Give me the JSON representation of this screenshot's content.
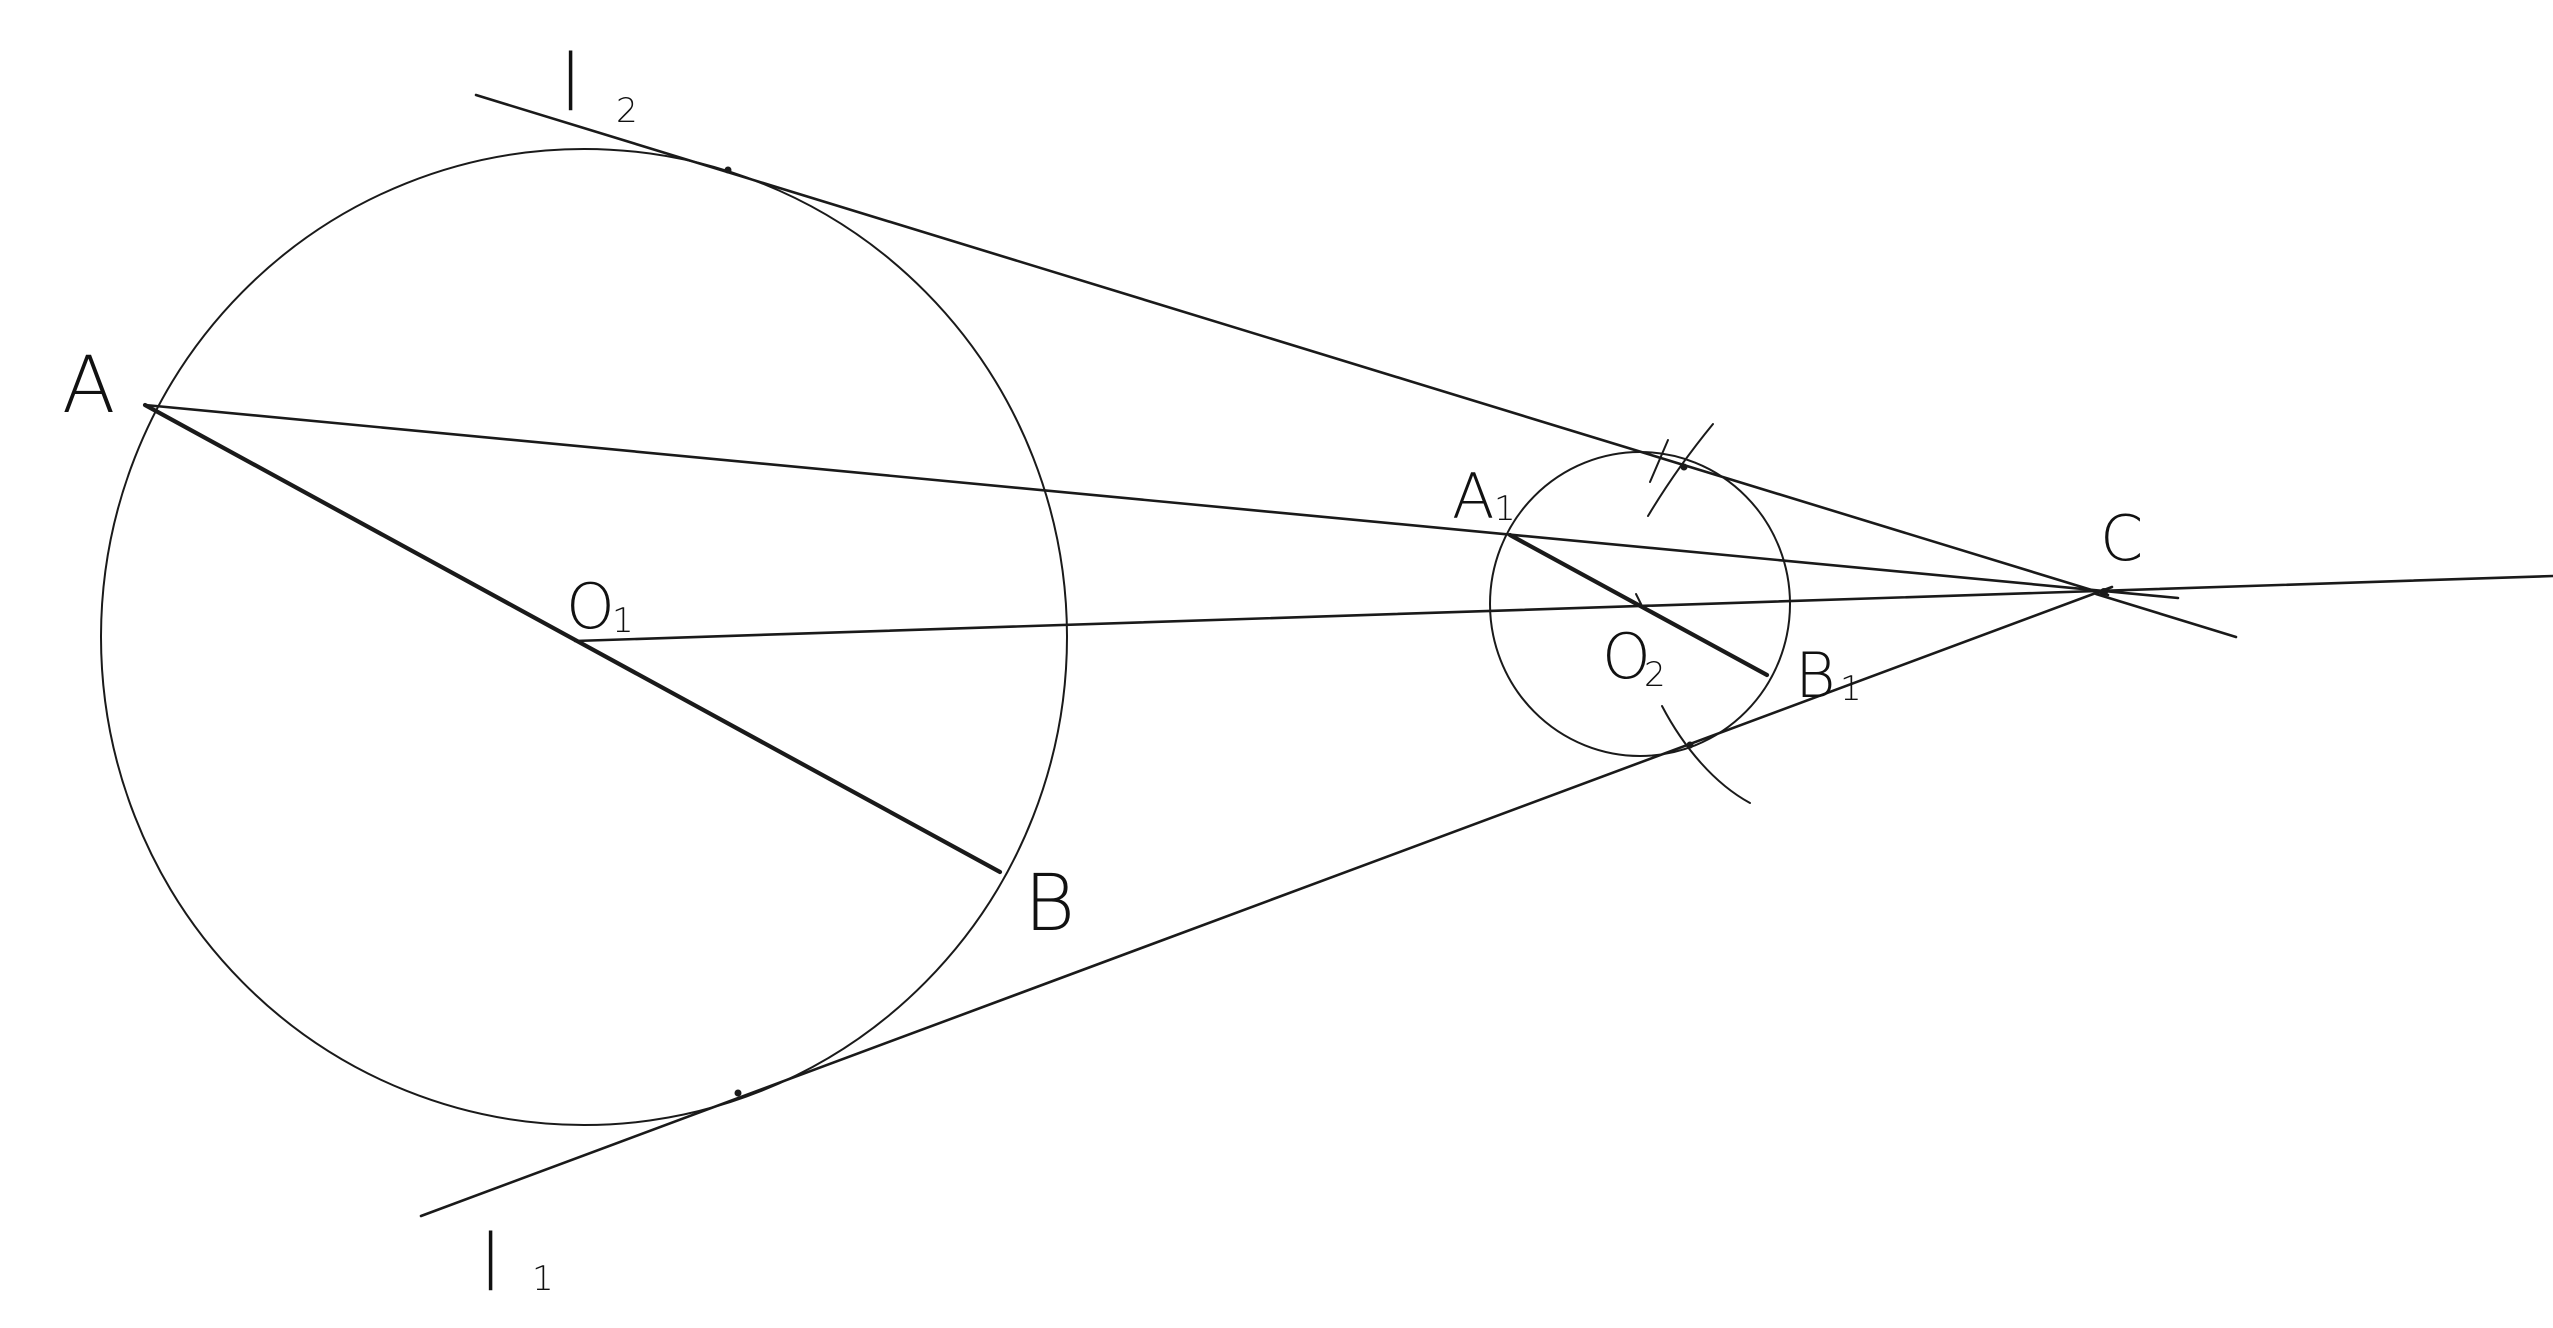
{
  "diagram": {
    "labels": {
      "A": "A",
      "B": "B",
      "O1": "O",
      "O1_sub": "1",
      "A1": "A",
      "A1_sub": "1",
      "B1": "B",
      "B1_sub": "1",
      "O2": "O",
      "O2_sub": "2",
      "C": "C",
      "l1": "l",
      "l1_sub": "1",
      "l2": "l",
      "l2_sub": "2"
    },
    "colors": {
      "ink": "#1a1a1a",
      "paper": "#ffffff"
    }
  }
}
